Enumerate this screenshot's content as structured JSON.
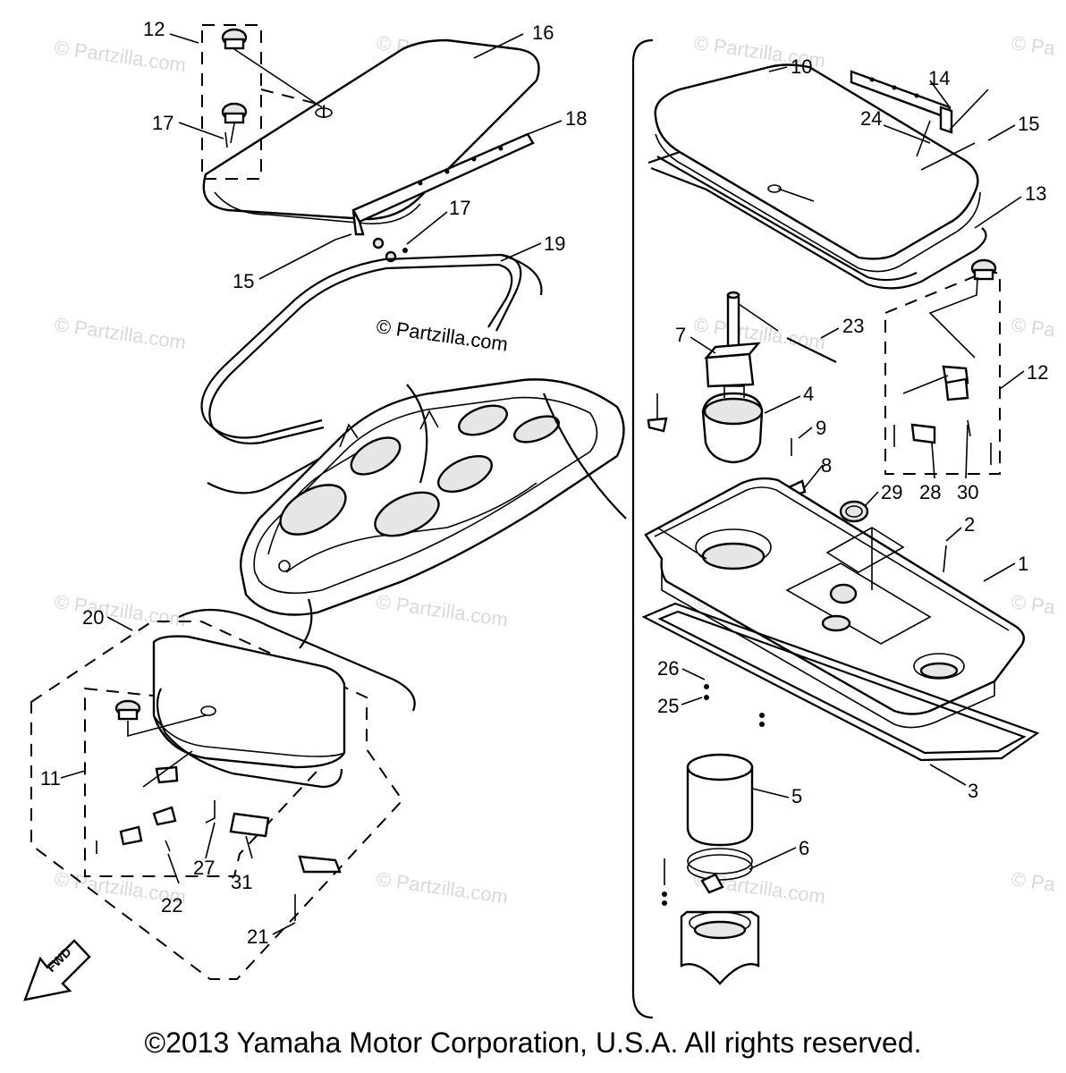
{
  "watermark": {
    "text": "© Partzilla.com",
    "short_text": "© Pa"
  },
  "brand_label": "© Partzilla.com",
  "callouts": [
    "1",
    "2",
    "3",
    "4",
    "5",
    "6",
    "7",
    "8",
    "9",
    "10",
    "11",
    "12",
    "13",
    "14",
    "15",
    "16",
    "17",
    "18",
    "19",
    "20",
    "21",
    "22",
    "23",
    "24",
    "25",
    "26",
    "27",
    "28",
    "29",
    "30",
    "31"
  ],
  "fwd_label": "FWD",
  "copyright": "©2013 Yamaha Motor Corporation, U.S.A. All rights reserved."
}
